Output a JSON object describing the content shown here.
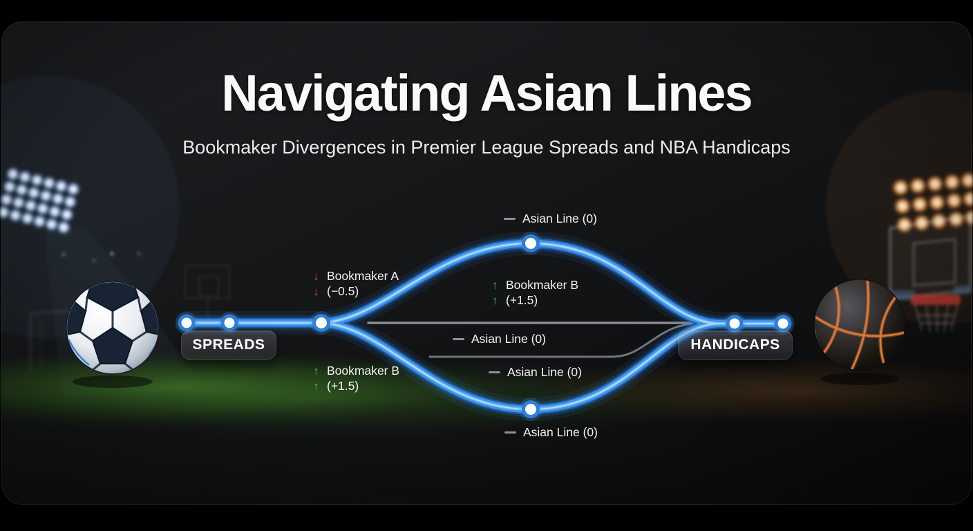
{
  "header": {
    "title": "Navigating Asian Lines",
    "subtitle": "Bookmaker Divergences in Premier League Spreads and NBA Handicaps"
  },
  "diagram": {
    "spreads_label": "SPREADS",
    "handicaps_label": "HANDICAPS",
    "asian_line_top": "Asian Line (0)",
    "asian_line_middle": "Asian Line (0)",
    "asian_line_lower": "Asian Line (0)",
    "asian_line_bottom": "Asian Line (0)",
    "bookmaker_a": {
      "name": "Bookmaker A",
      "value": "(−0.5)"
    },
    "bookmaker_b_left": {
      "name": "Bookmaker B",
      "value": "(+1.5)"
    },
    "bookmaker_b_center": {
      "name": "Bookmaker B",
      "value": "(+1.5)"
    }
  },
  "icons": {
    "down_arrow": "↓",
    "up_arrow": "↑",
    "dash": "—"
  },
  "colors": {
    "line_blue": "#3f92e6",
    "line_blue_core": "#7ec2f5",
    "line_gray": "#8f9298",
    "arrow_red": "#e5404e",
    "arrow_green": "#3ec45e",
    "node_white": "#ffffff",
    "card_background": "#141517",
    "floodlight_cool": "#cfe4ff",
    "floodlight_warm": "#ffb866",
    "basketball_seam": "#e8772f"
  }
}
